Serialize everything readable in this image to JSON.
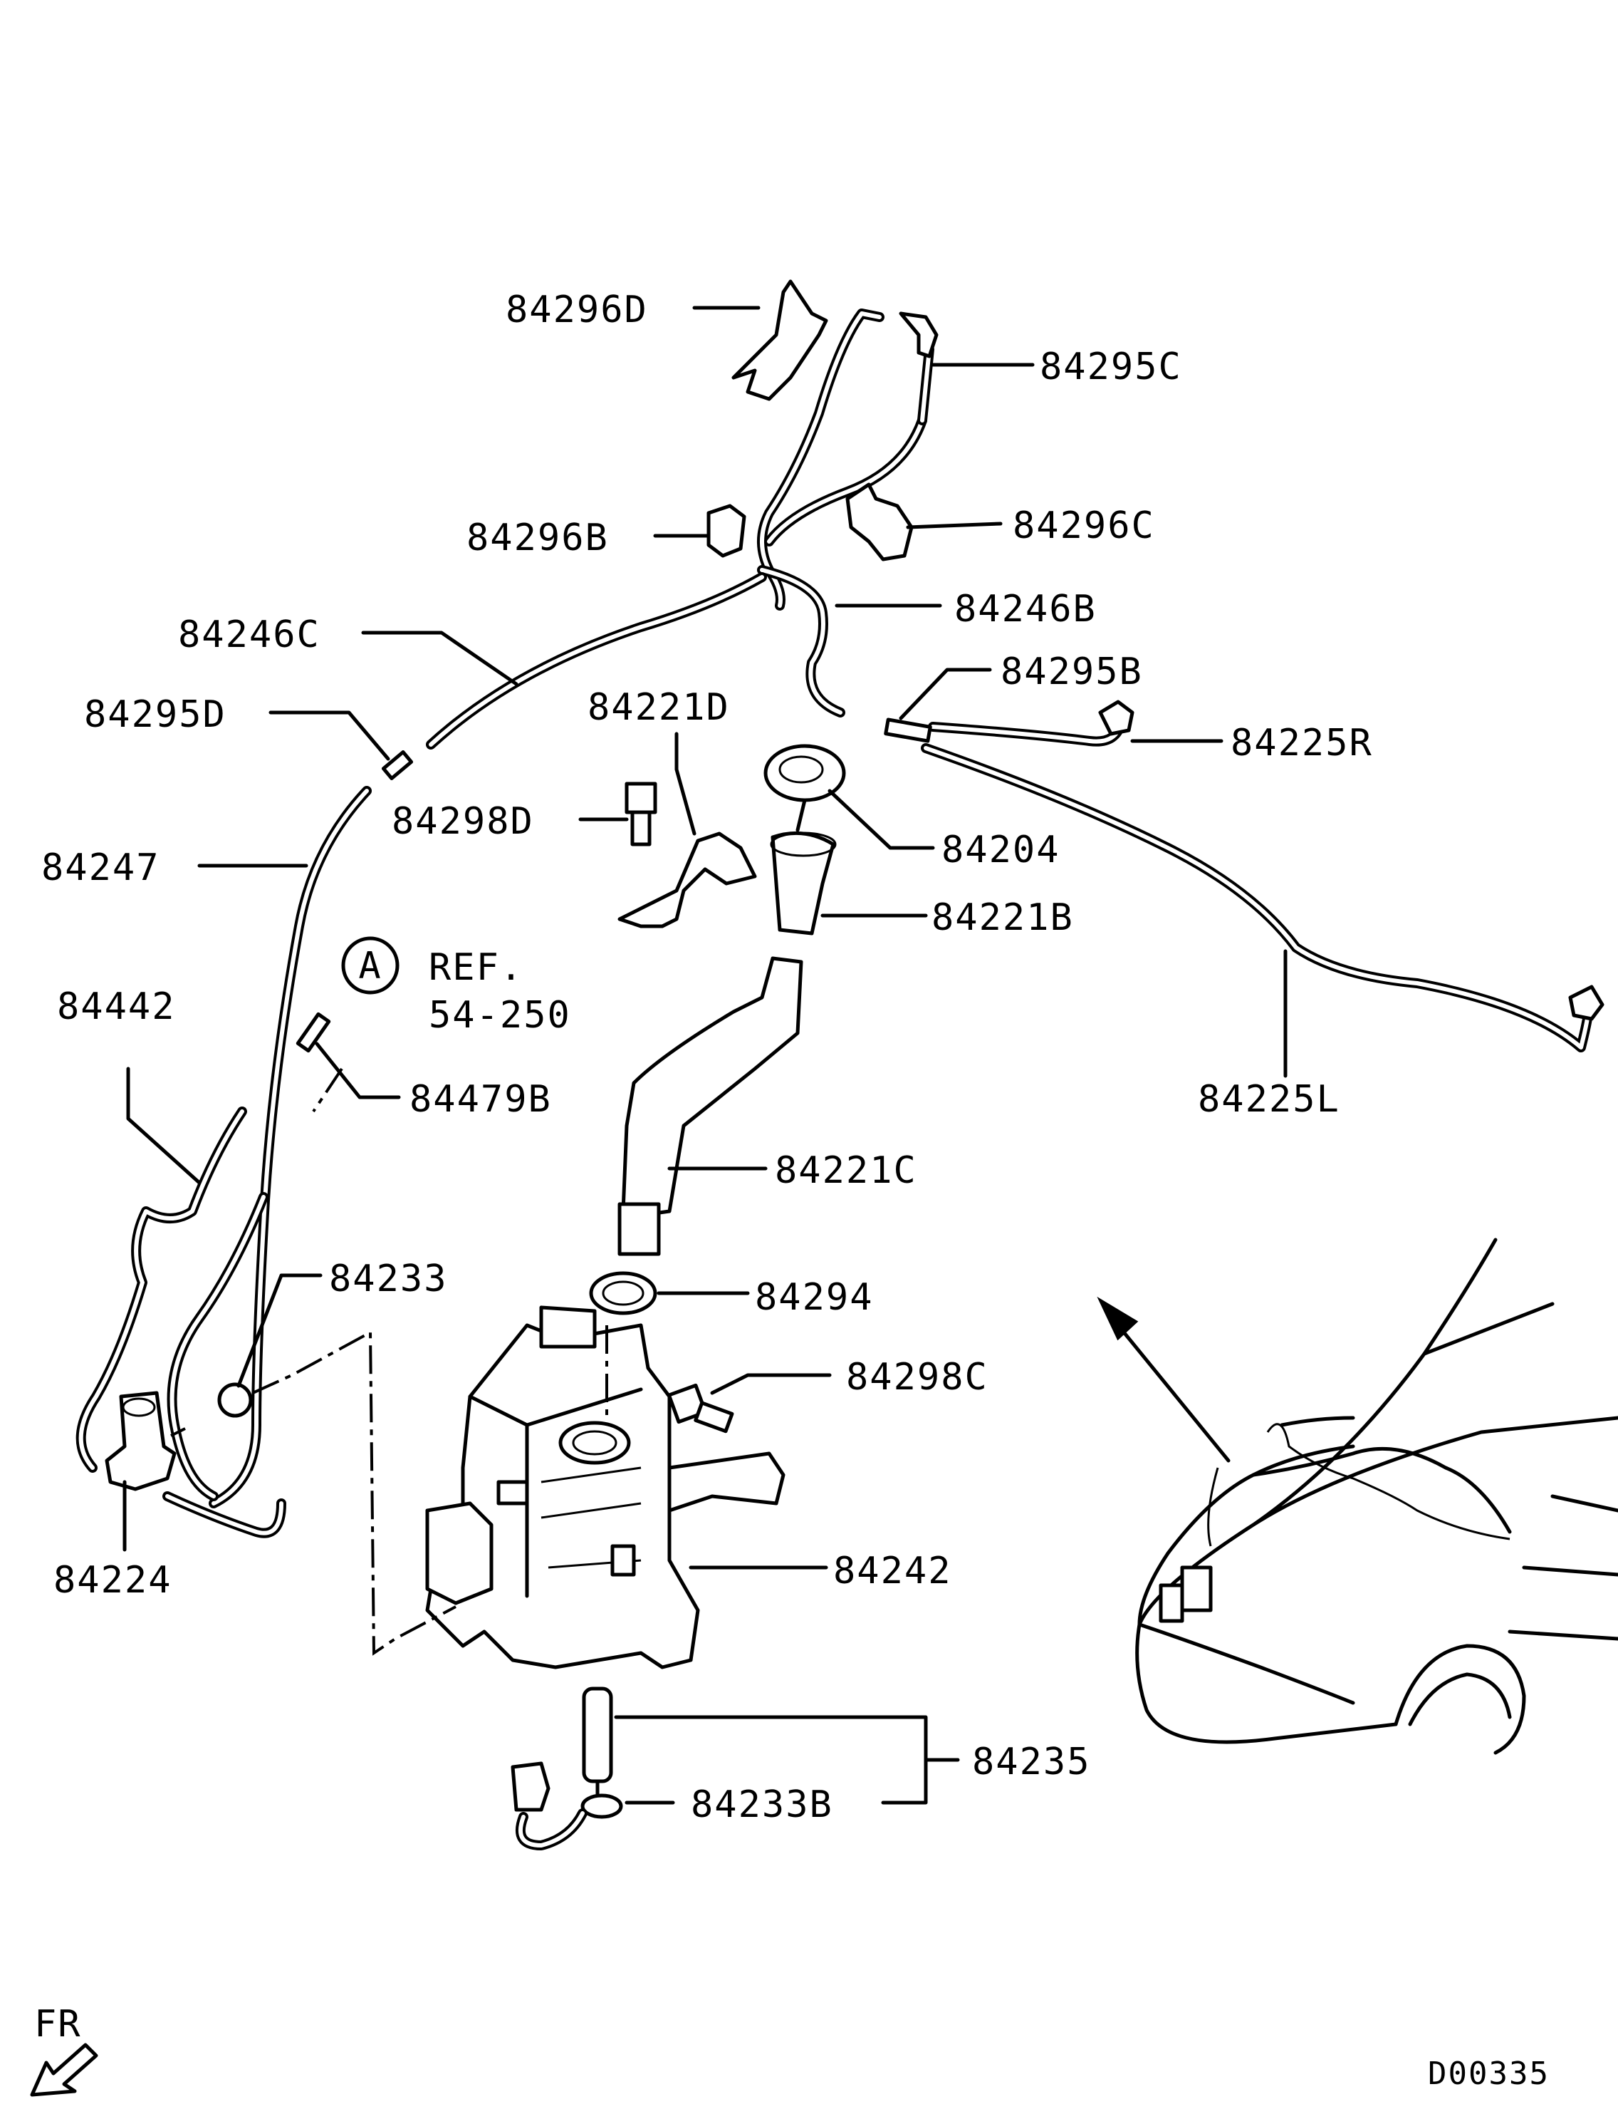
{
  "diagram_code": "D00335",
  "front_indicator": "FR",
  "reference": {
    "marker": "A",
    "line1": "REF.",
    "line2": "54-250"
  },
  "callouts": [
    {
      "id": "84296D",
      "text": "84296D"
    },
    {
      "id": "84295C",
      "text": "84295C"
    },
    {
      "id": "84296B",
      "text": "84296B"
    },
    {
      "id": "84296C",
      "text": "84296C"
    },
    {
      "id": "84246C",
      "text": "84246C"
    },
    {
      "id": "84246B",
      "text": "84246B"
    },
    {
      "id": "84295B",
      "text": "84295B"
    },
    {
      "id": "84295D",
      "text": "84295D"
    },
    {
      "id": "84221D",
      "text": "84221D"
    },
    {
      "id": "84225R",
      "text": "84225R"
    },
    {
      "id": "84298D",
      "text": "84298D"
    },
    {
      "id": "84204",
      "text": "84204"
    },
    {
      "id": "84247",
      "text": "84247"
    },
    {
      "id": "84221B",
      "text": "84221B"
    },
    {
      "id": "84442",
      "text": "84442"
    },
    {
      "id": "84479B",
      "text": "84479B"
    },
    {
      "id": "84225L",
      "text": "84225L"
    },
    {
      "id": "84221C",
      "text": "84221C"
    },
    {
      "id": "84233",
      "text": "84233"
    },
    {
      "id": "84294",
      "text": "84294"
    },
    {
      "id": "84298C",
      "text": "84298C"
    },
    {
      "id": "84224",
      "text": "84224"
    },
    {
      "id": "84242",
      "text": "84242"
    },
    {
      "id": "84235",
      "text": "84235"
    },
    {
      "id": "84233B",
      "text": "84233B"
    }
  ]
}
